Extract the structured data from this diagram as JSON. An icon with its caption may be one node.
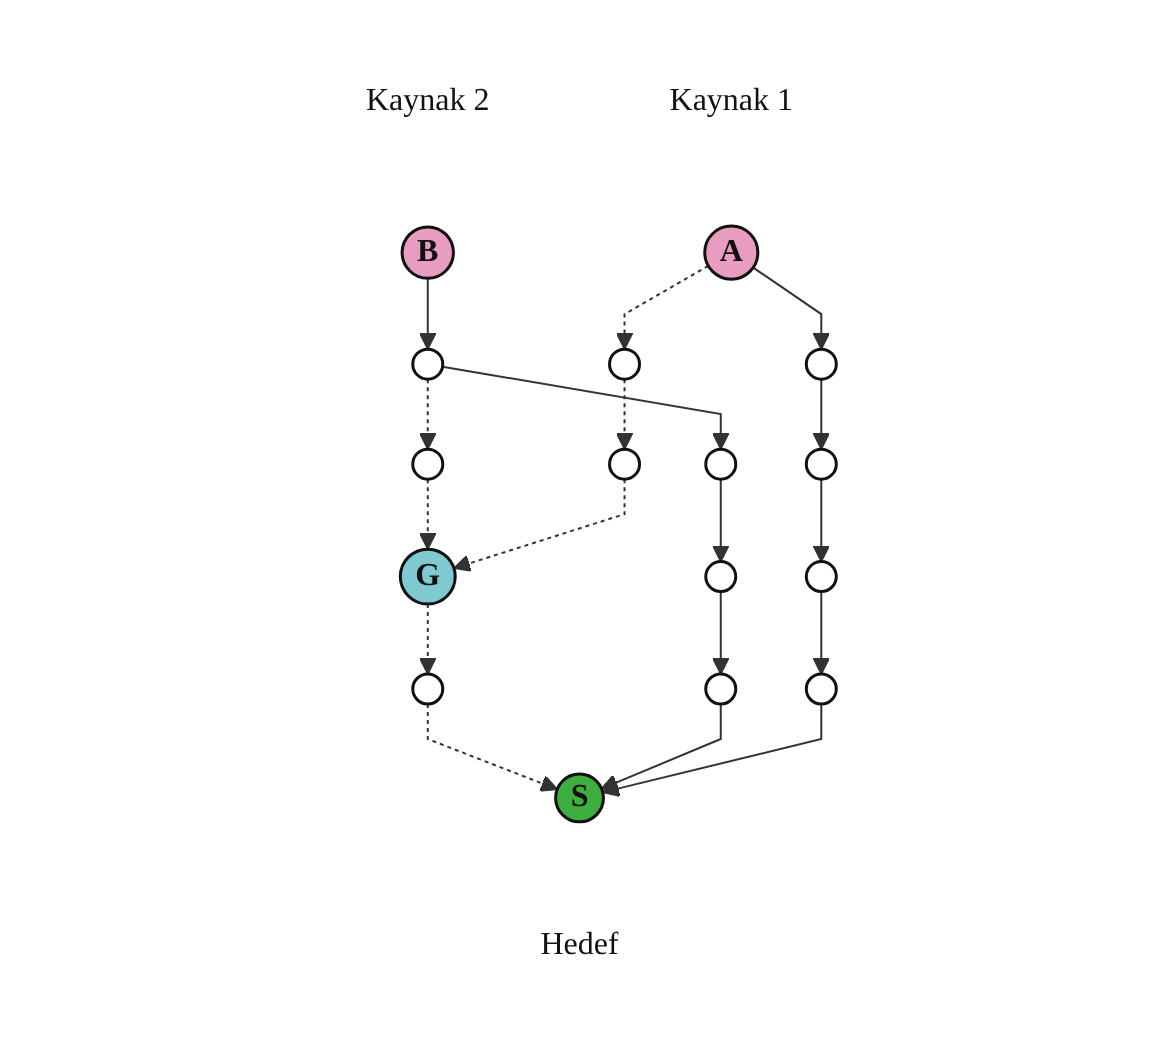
{
  "diagram": {
    "nodes": [
      {
        "text": [
          "B"
        ],
        "beside": [
          "Kaynak 2"
        ]
      },
      {
        "text": [],
        "shape": "circle"
      },
      {
        "text": [
          "A"
        ],
        "beside": [
          "Kaynak 1"
        ]
      },
      {
        "text": [],
        "shape": "circle"
      },
      {
        "text": [],
        "shape": "circle"
      },
      {
        "text": [],
        "shape": "circle"
      },
      {
        "text": [],
        "shape": "circle"
      },
      {
        "text": [],
        "shape": "circle"
      },
      {
        "text": [
          "G"
        ]
      },
      {
        "text": [],
        "shape": "circle"
      },
      {
        "text": [],
        "shape": "circle"
      },
      {
        "text": [],
        "shape": "circle"
      },
      {
        "text": [],
        "shape": "circle"
      },
      {
        "text": [],
        "shape": "circle"
      },
      {
        "text": [],
        "shape": "circle"
      },
      {
        "text": [
          "S"
        ],
        "beside": [
          "Hedef"
        ]
      }
    ],
    "edges": [
      {
        "from": 0,
        "to": 1,
        "arrow": "to"
      },
      {
        "from": 1,
        "to": 4,
        "arrow": "to",
        "style": "dashed"
      },
      {
        "from": 1,
        "to": 5,
        "arrow": "to"
      },
      {
        "from": 2,
        "to": 3,
        "arrow": "to",
        "style": "dashed"
      },
      {
        "from": 2,
        "to": 6,
        "arrow": "to"
      },
      {
        "from": 3,
        "to": 7,
        "arrow": "to",
        "style": "dashed"
      },
      {
        "from": 4,
        "to": 8,
        "arrow": "to",
        "style": "dashed"
      },
      {
        "from": 7,
        "to": 8,
        "arrow": "to",
        "style": "dashed"
      },
      {
        "from": 5,
        "to": 9,
        "arrow": "to"
      },
      {
        "from": 6,
        "to": 10,
        "arrow": "to"
      },
      {
        "from": 8,
        "to": 11,
        "arrow": "to",
        "style": "dashed"
      },
      {
        "from": 10,
        "to": 12,
        "arrow": "to"
      },
      {
        "from": 9,
        "to": 13,
        "arrow": "to"
      },
      {
        "from": 11,
        "to": 15,
        "arrow": "to",
        "style": "dashed"
      },
      {
        "from": 12,
        "to": 14,
        "arrow": "to"
      },
      {
        "from": 13,
        "to": 15,
        "arrow": "to"
      },
      {
        "from": 14,
        "to": 15,
        "arrow": "to"
      }
    ]
  }
}
